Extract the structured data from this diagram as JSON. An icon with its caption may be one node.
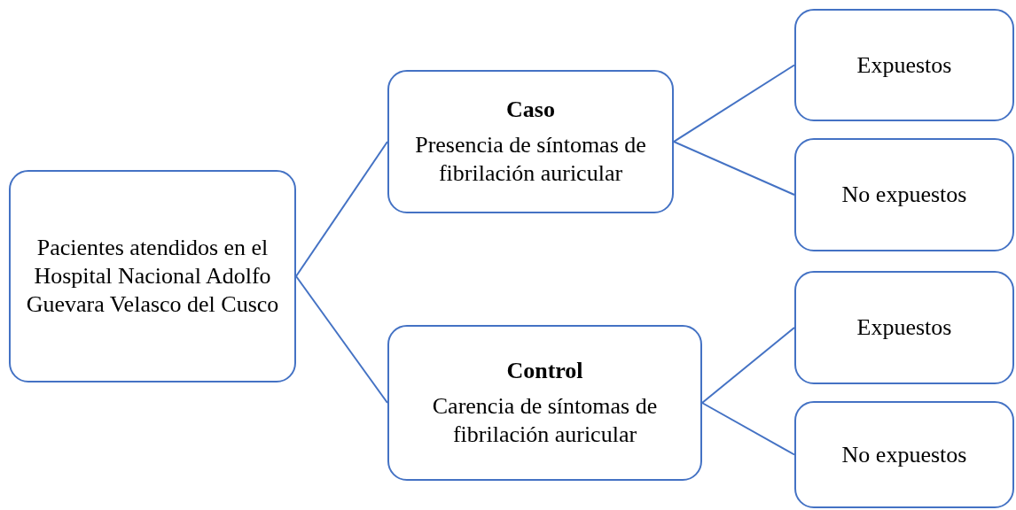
{
  "diagram": {
    "nodes": [
      {
        "text": [
          "Pacientes atendidos en el Hospital Nacional Adolfo Guevara Velasco del Cusco"
        ]
      },
      {
        "text": [
          "Caso",
          "Presencia de síntomas de fibrilación auricular"
        ]
      },
      {
        "text": [
          "Expuestos"
        ]
      },
      {
        "text": [
          "No expuestos"
        ]
      },
      {
        "text": [
          "Control",
          "Carencia de síntomas de fibrilación auricular"
        ]
      },
      {
        "text": [
          "Expuestos"
        ]
      },
      {
        "text": [
          "No expuestos"
        ]
      }
    ],
    "edges": [
      {
        "from": 0,
        "to": 1,
        "arrow": "none"
      },
      {
        "from": 0,
        "to": 4,
        "arrow": "none"
      },
      {
        "from": 1,
        "to": 2,
        "arrow": "none"
      },
      {
        "from": 1,
        "to": 3,
        "arrow": "none"
      },
      {
        "from": 4,
        "to": 5,
        "arrow": "none"
      },
      {
        "from": 4,
        "to": 6,
        "arrow": "none"
      }
    ]
  }
}
